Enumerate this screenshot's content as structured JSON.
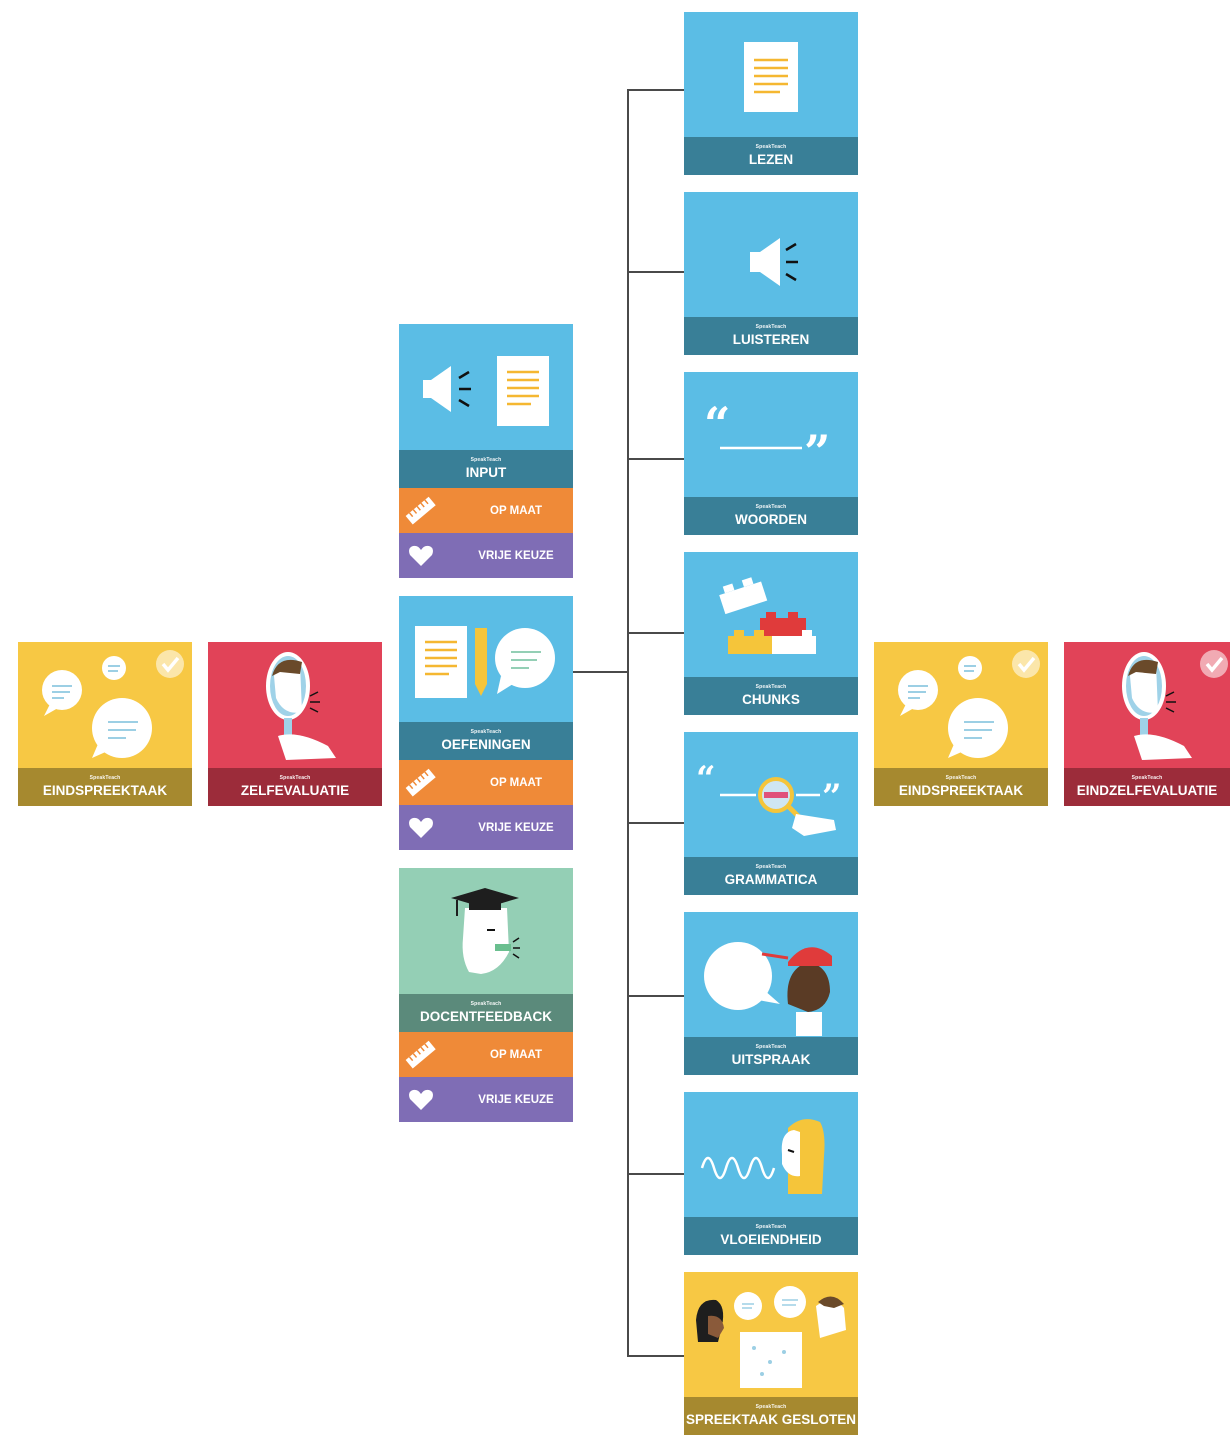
{
  "brand": "SpeakTeach",
  "sub_options": {
    "op_maat": "OP MAAT",
    "vrije_keuze": "VRIJE KEUZE"
  },
  "tiles": {
    "lezen": "LEZEN",
    "luisteren": "LUISTEREN",
    "woorden": "WOORDEN",
    "chunks": "CHUNKS",
    "grammatica": "GRAMMATICA",
    "uitspraak": "UITSPRAAK",
    "vloeiendheid": "VLOEIENDHEID",
    "spreektaak_gesloten": "SPREEKTAAK GESLOTEN",
    "input": "INPUT",
    "oefeningen": "OEFENINGEN",
    "docentfeedback": "DOCENTFEEDBACK",
    "eindspreektaak_left": "EINDSPREEKTAAK",
    "zelfevaluatie": "ZELFEVALUATIE",
    "eindspreektaak_right": "EINDSPREEKTAAK",
    "eindzelfevaluatie": "EINDZELFEVALUATIE"
  },
  "colors": {
    "blue_art": "#5bbde5",
    "blue_bar": "#397f97",
    "orange": "#ef8a38",
    "purple": "#7f6db5",
    "green_art": "#94cfb5",
    "green_bar": "#5b8a7b",
    "yellow_art": "#f7c844",
    "yellow_bar": "#a6892f",
    "red_art": "#e14358",
    "red_bar": "#9c2c3a"
  },
  "icons": [
    "document-icon",
    "speaker-icon",
    "quote-icon",
    "blocks-icon",
    "magnifier-icon",
    "speaking-person-icon",
    "wave-icon",
    "conversation-icon",
    "teacher-icon",
    "mirror-icon",
    "speech-bubbles-icon",
    "ruler-icon",
    "heart-icon",
    "check-icon"
  ]
}
